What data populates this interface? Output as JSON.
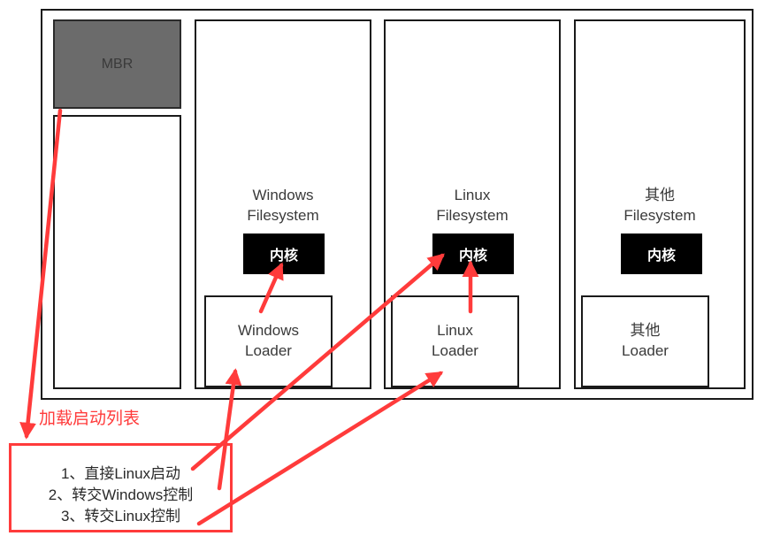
{
  "diagram": {
    "mbr_label": "MBR",
    "partitions": [
      {
        "fs_line1": "Windows",
        "fs_line2": "Filesystem",
        "kernel": "内核",
        "loader_line1": "Windows",
        "loader_line2": "Loader"
      },
      {
        "fs_line1": "Linux",
        "fs_line2": "Filesystem",
        "kernel": "内核",
        "loader_line1": "Linux",
        "loader_line2": "Loader"
      },
      {
        "fs_line1": "其他",
        "fs_line2": "Filesystem",
        "kernel": "内核",
        "loader_line1": "其他",
        "loader_line2": "Loader"
      }
    ],
    "boot_menu": {
      "title": "加载启动列表",
      "items": [
        "1、直接Linux启动",
        "2、转交Windows控制",
        "3、转交Linux控制"
      ]
    }
  },
  "colors": {
    "arrow": "#ff3b3b",
    "mbr_fill": "#6b6b6b",
    "kernel_fill": "#000000"
  }
}
